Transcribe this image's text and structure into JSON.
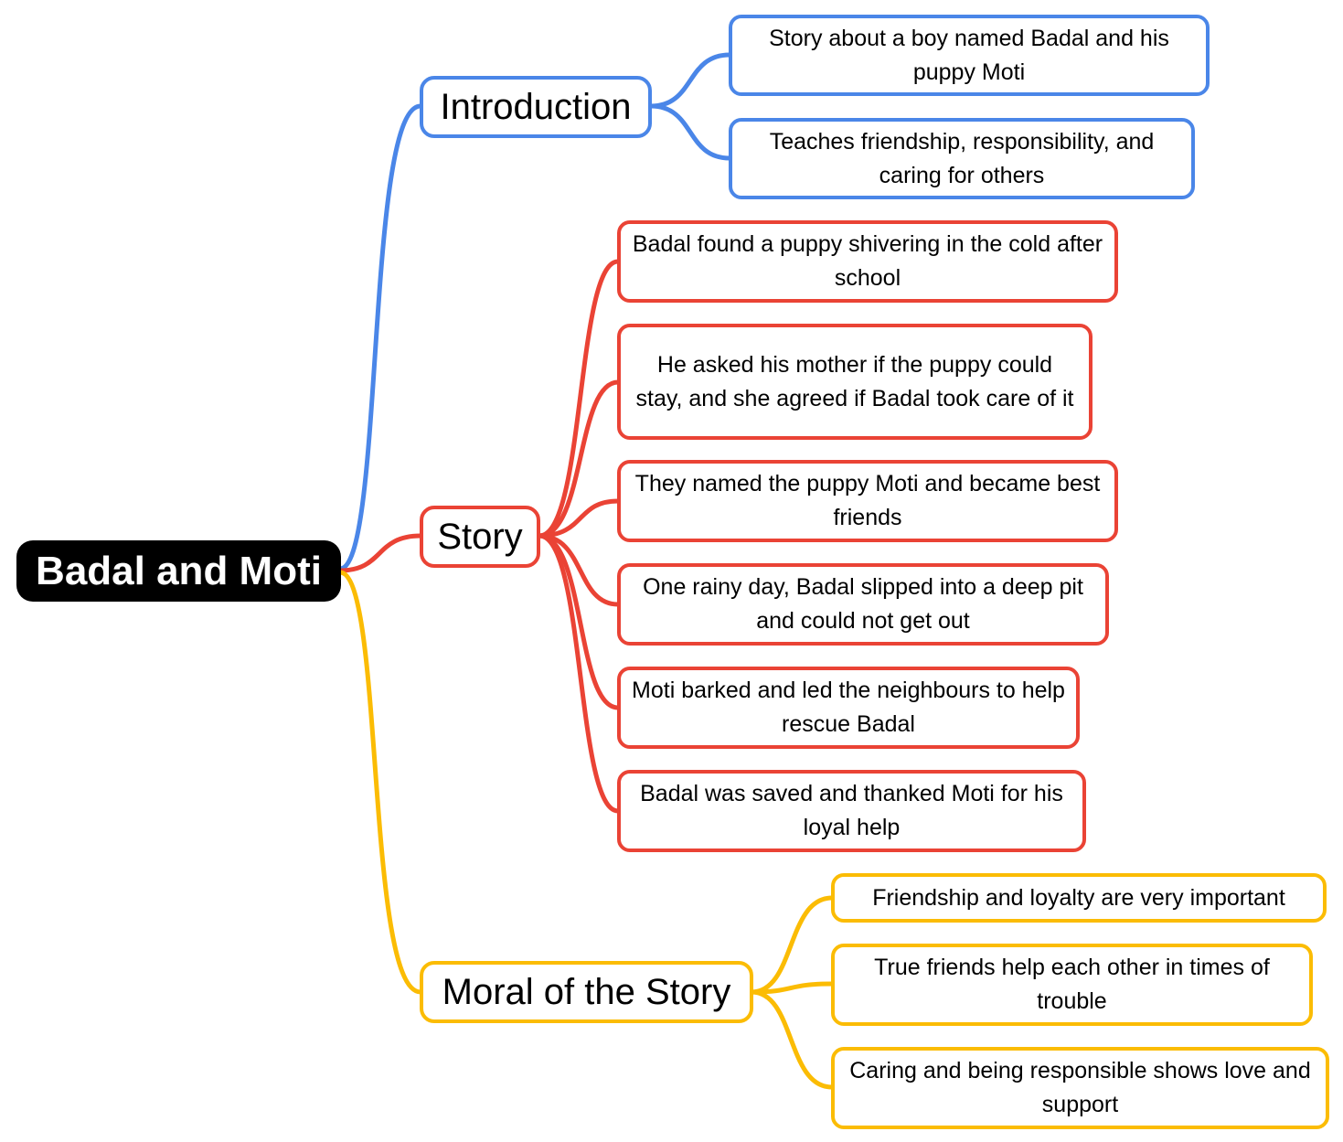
{
  "colors": {
    "root_bg": "#000000",
    "introduction": "#4A86E8",
    "story": "#EA4335",
    "moral": "#FBBC04"
  },
  "root": {
    "label": "Badal and Moti"
  },
  "branches": [
    {
      "id": "introduction",
      "label": "Introduction",
      "children": [
        "Story about a boy named Badal and his puppy Moti",
        "Teaches friendship, responsibility, and caring for others"
      ]
    },
    {
      "id": "story",
      "label": "Story",
      "children": [
        "Badal found a puppy shivering in the cold after school",
        "He asked his mother if the puppy could stay, and she agreed if Badal took care of it",
        "They named the puppy Moti and became best friends",
        "One rainy day, Badal slipped into a deep pit and could not get out",
        "Moti barked and led the neighbours to help rescue Badal",
        "Badal was saved and thanked Moti for his loyal help"
      ]
    },
    {
      "id": "moral",
      "label": "Moral of the Story",
      "children": [
        "Friendship and loyalty are very important",
        "True friends help each other in times of trouble",
        "Caring and being responsible shows love and support"
      ]
    }
  ]
}
